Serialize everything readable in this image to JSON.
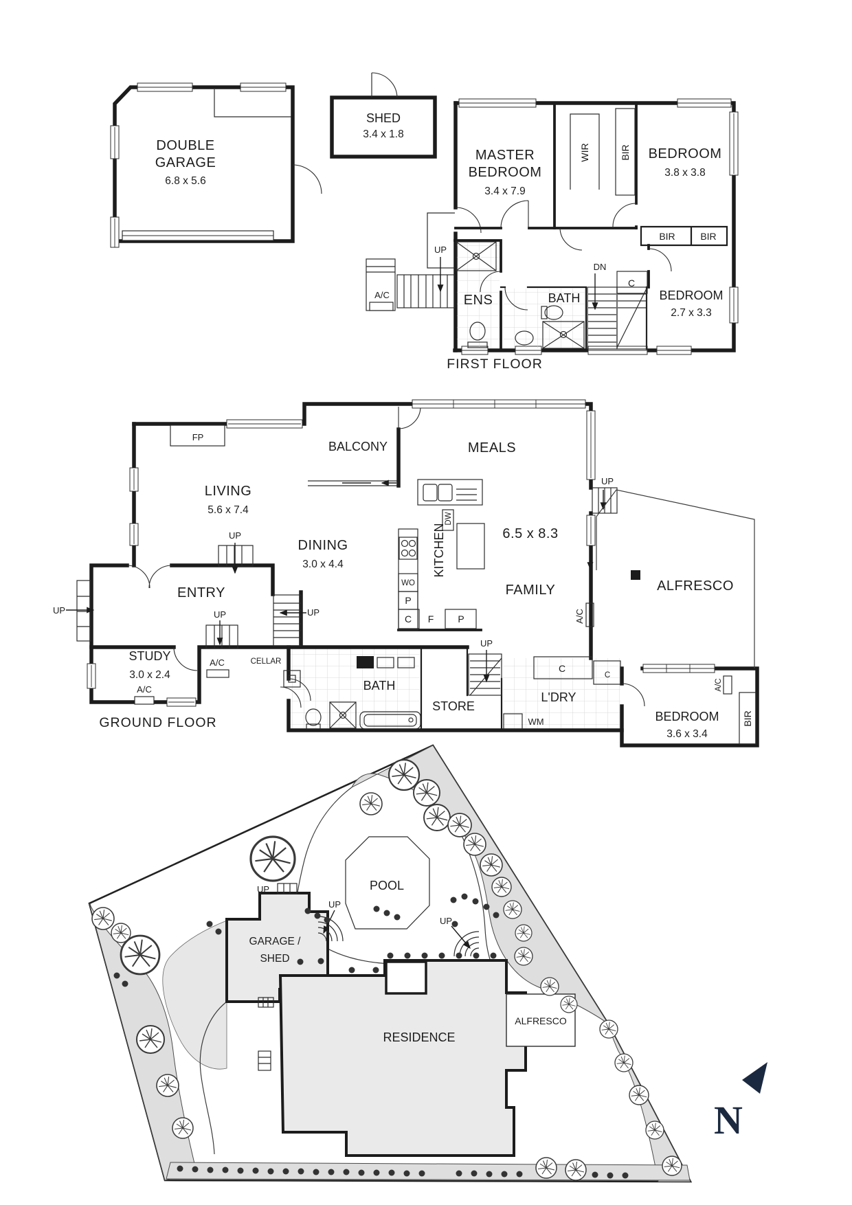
{
  "titles": {
    "first_floor": "FIRST FLOOR",
    "ground_floor": "GROUND FLOOR"
  },
  "labels": {
    "up": "UP",
    "dn": "DN",
    "ac": "A/C",
    "wir": "WIR",
    "bir": "BIR",
    "c": "C",
    "p": "P",
    "f": "F",
    "wo": "WO",
    "dw": "DW",
    "wm": "WM",
    "fp": "FP",
    "ens": "ENS",
    "bath": "BATH",
    "cellar": "CELLAR",
    "store": "STORE",
    "laundry": "L'DRY",
    "balcony": "BALCONY",
    "entry": "ENTRY",
    "meals": "MEALS",
    "family": "FAMILY",
    "kitchen": "KITCHEN",
    "alfresco": "ALFRESCO",
    "pool": "POOL",
    "residence": "RESIDENCE",
    "north": "N"
  },
  "rooms": {
    "double_garage": {
      "name_line1": "DOUBLE",
      "name_line2": "GARAGE",
      "dims": "6.8 x 5.6"
    },
    "shed": {
      "name": "SHED",
      "dims": "3.4 x 1.8"
    },
    "master_bedroom": {
      "name_line1": "MASTER",
      "name_line2": "BEDROOM",
      "dims": "3.4 x 7.9"
    },
    "bedroom_1f_a": {
      "name": "BEDROOM",
      "dims": "3.8 x 3.8"
    },
    "bedroom_1f_b": {
      "name": "BEDROOM",
      "dims": "2.7 x 3.3"
    },
    "living": {
      "name": "LIVING",
      "dims": "5.6 x 7.4"
    },
    "dining": {
      "name": "DINING",
      "dims": "3.0 x 4.4"
    },
    "family_meals": {
      "dims": "6.5 x 8.3"
    },
    "study": {
      "name": "STUDY",
      "dims": "3.0 x 2.4"
    },
    "bedroom_gf": {
      "name": "BEDROOM",
      "dims": "3.6 x 3.4"
    },
    "garage_shed": {
      "name_line1": "GARAGE /",
      "name_line2": "SHED"
    }
  }
}
